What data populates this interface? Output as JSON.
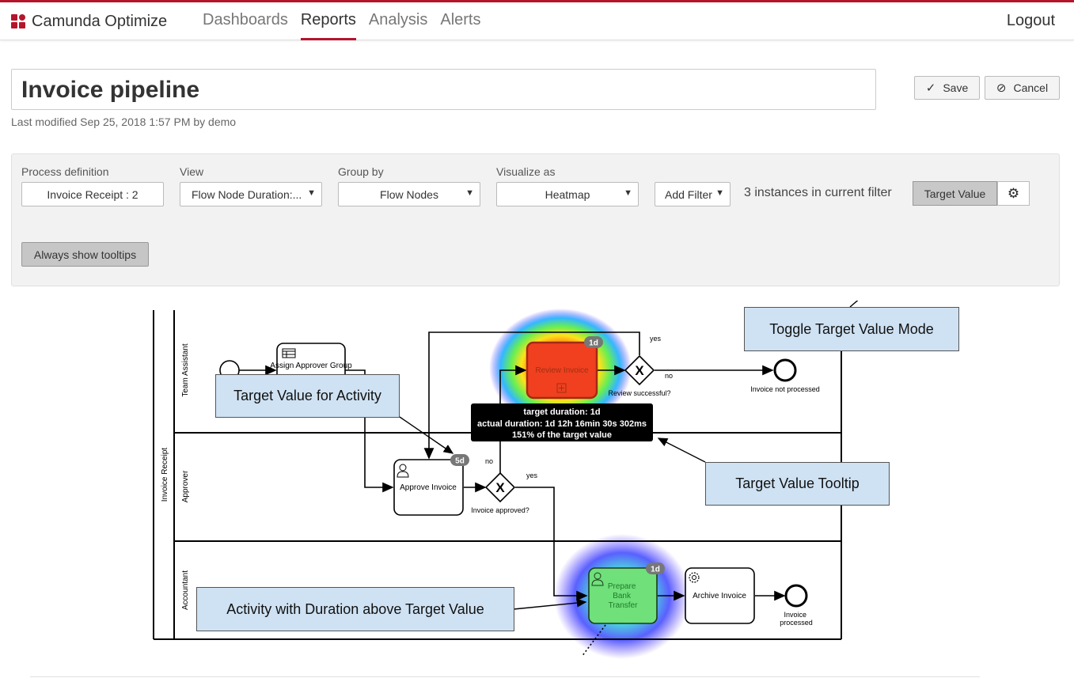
{
  "app": {
    "brand": "Camunda Optimize",
    "logout": "Logout"
  },
  "nav": {
    "items": [
      "Dashboards",
      "Reports",
      "Analysis",
      "Alerts"
    ],
    "active": "Reports"
  },
  "report": {
    "title": "Invoice pipeline",
    "modified": "Last modified Sep 25, 2018 1:57 PM by demo",
    "save_label": "Save",
    "cancel_label": "Cancel"
  },
  "controls": {
    "process_definition": {
      "label": "Process definition",
      "value": "Invoice Receipt : 2"
    },
    "view": {
      "label": "View",
      "value": "Flow Node Duration:..."
    },
    "group_by": {
      "label": "Group by",
      "value": "Flow Nodes"
    },
    "visualize_as": {
      "label": "Visualize as",
      "value": "Heatmap"
    },
    "add_filter": "Add Filter",
    "instances": "3 instances in current filter",
    "target_value": "Target Value",
    "always_show_tooltips": "Always show tooltips"
  },
  "diagram": {
    "pool": "Invoice Receipt",
    "lanes": [
      "Team Assistant",
      "Approver",
      "Accountant"
    ],
    "tasks": {
      "assign_approver": "Assign Approver Group",
      "review_invoice": "Review Invoice",
      "approve_invoice": "Approve Invoice",
      "prepare_bank_transfer": "Prepare Bank Transfer",
      "archive_invoice": "Archive Invoice"
    },
    "gateways": {
      "review_successful": "Review successful?",
      "invoice_approved": "Invoice approved?"
    },
    "events": {
      "invoice_not_processed": "Invoice not processed",
      "invoice_processed": "Invoice processed"
    },
    "flow_labels": {
      "yes": "yes",
      "no": "no"
    },
    "badges": {
      "review": "1d",
      "approve": "5d",
      "prepare": "1d"
    },
    "tooltip": {
      "line1": "target duration: 1d",
      "line2": "actual duration: 1d 12h 16min 30s 302ms",
      "line3": "151% of the target value"
    },
    "colors": {
      "above_target": "#ff3b1f",
      "below_target": "#63e06b",
      "accent": "#b5152b"
    }
  },
  "callouts": {
    "toggle": "Toggle Target Value Mode",
    "activity_target": "Target Value for Activity",
    "tooltip": "Target Value Tooltip",
    "above_target": "Activity with Duration above Target Value"
  }
}
